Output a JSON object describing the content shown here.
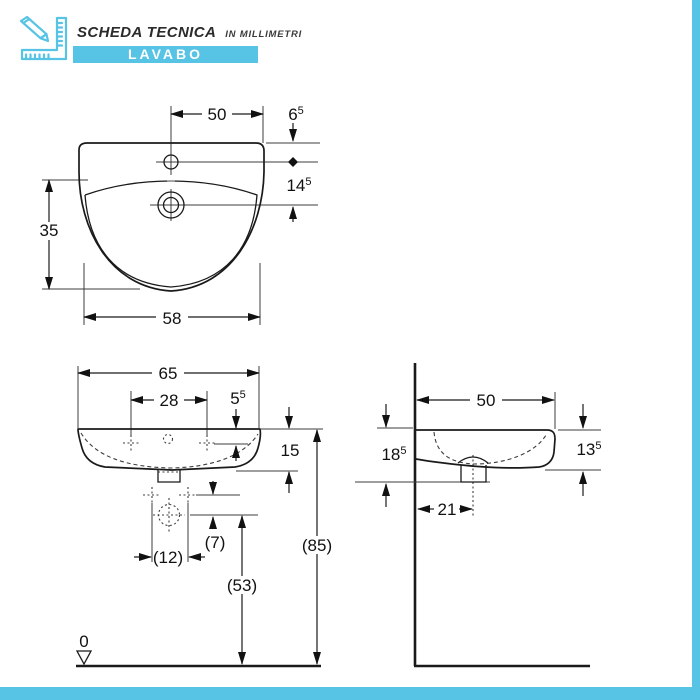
{
  "header": {
    "icon": "pencil-ruler-icon",
    "title": "SCHEDA TECNICA",
    "subtitle": "IN MILLIMETRI",
    "banner": "LAVABO"
  },
  "colors": {
    "accent": "#57C3E5",
    "line": "#1a1a1a",
    "background": "#ffffff"
  },
  "dims": {
    "top": {
      "width_upper": {
        "v": "50"
      },
      "tap_from_edge": {
        "v": "6",
        "s": "5"
      },
      "tap_to_drain": {
        "v": "14",
        "s": "5"
      },
      "bowl_depth": {
        "v": "35"
      },
      "width_lower": {
        "v": "58"
      }
    },
    "front": {
      "width": {
        "v": "65"
      },
      "hole_spacing": {
        "v": "28"
      },
      "edge_to_holes": {
        "v": "5",
        "s": "5"
      },
      "apron_height": {
        "v": "15"
      },
      "supply_spacing": {
        "v": "(12)"
      },
      "supply_to_trap": {
        "v": "(7)"
      },
      "trap_height": {
        "v": "(53)"
      },
      "rim_height": {
        "v": "(85)"
      },
      "datum": {
        "v": "0"
      }
    },
    "side": {
      "depth": {
        "v": "50"
      },
      "front_edge_height": {
        "v": "13",
        "s": "5"
      },
      "wall_drop": {
        "v": "18",
        "s": "5"
      },
      "trap_from_wall": {
        "v": "21"
      }
    }
  }
}
